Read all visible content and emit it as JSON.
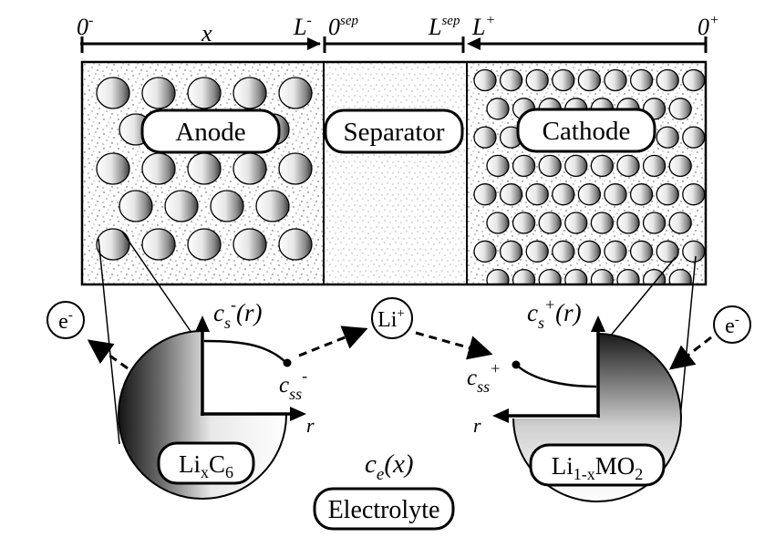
{
  "axis_labels": {
    "zero_minus": "0",
    "zero_minus_sup": "-",
    "x": "x",
    "l_minus": "L",
    "l_minus_sup": "-",
    "zero_sep": "0",
    "zero_sep_sup": "sep",
    "l_sep": "L",
    "l_sep_sup": "sep",
    "l_plus": "L",
    "l_plus_sup": "+",
    "zero_plus": "0",
    "zero_plus_sup": "+"
  },
  "regions": {
    "anode": "Anode",
    "separator": "Separator",
    "cathode": "Cathode"
  },
  "anode_particle": {
    "conc_c": "c",
    "conc_sub": "s",
    "conc_sup": "-",
    "conc_arg": "(r)",
    "surface_c": "c",
    "surface_sub": "ss",
    "surface_sup": "-",
    "r_label": "r",
    "material_a": "Li",
    "material_sub1": "x",
    "material_b": "C",
    "material_sub2": "6"
  },
  "cathode_particle": {
    "conc_c": "c",
    "conc_sub": "s",
    "conc_sup": "+",
    "conc_arg": "(r)",
    "surface_c": "c",
    "surface_sub": "ss",
    "surface_sup": "+",
    "r_label": "r",
    "material_a": "Li",
    "material_sub1": "1-x",
    "material_b": "MO",
    "material_sub2": "2"
  },
  "electron_left": {
    "base": "e",
    "sup": "-"
  },
  "electron_right": {
    "base": "e",
    "sup": "-"
  },
  "lithium_ion": {
    "base": "Li",
    "sup": "+"
  },
  "electrolyte": {
    "conc_c": "c",
    "conc_sub": "e",
    "conc_arg": "(x)",
    "label": "Electrolyte"
  }
}
